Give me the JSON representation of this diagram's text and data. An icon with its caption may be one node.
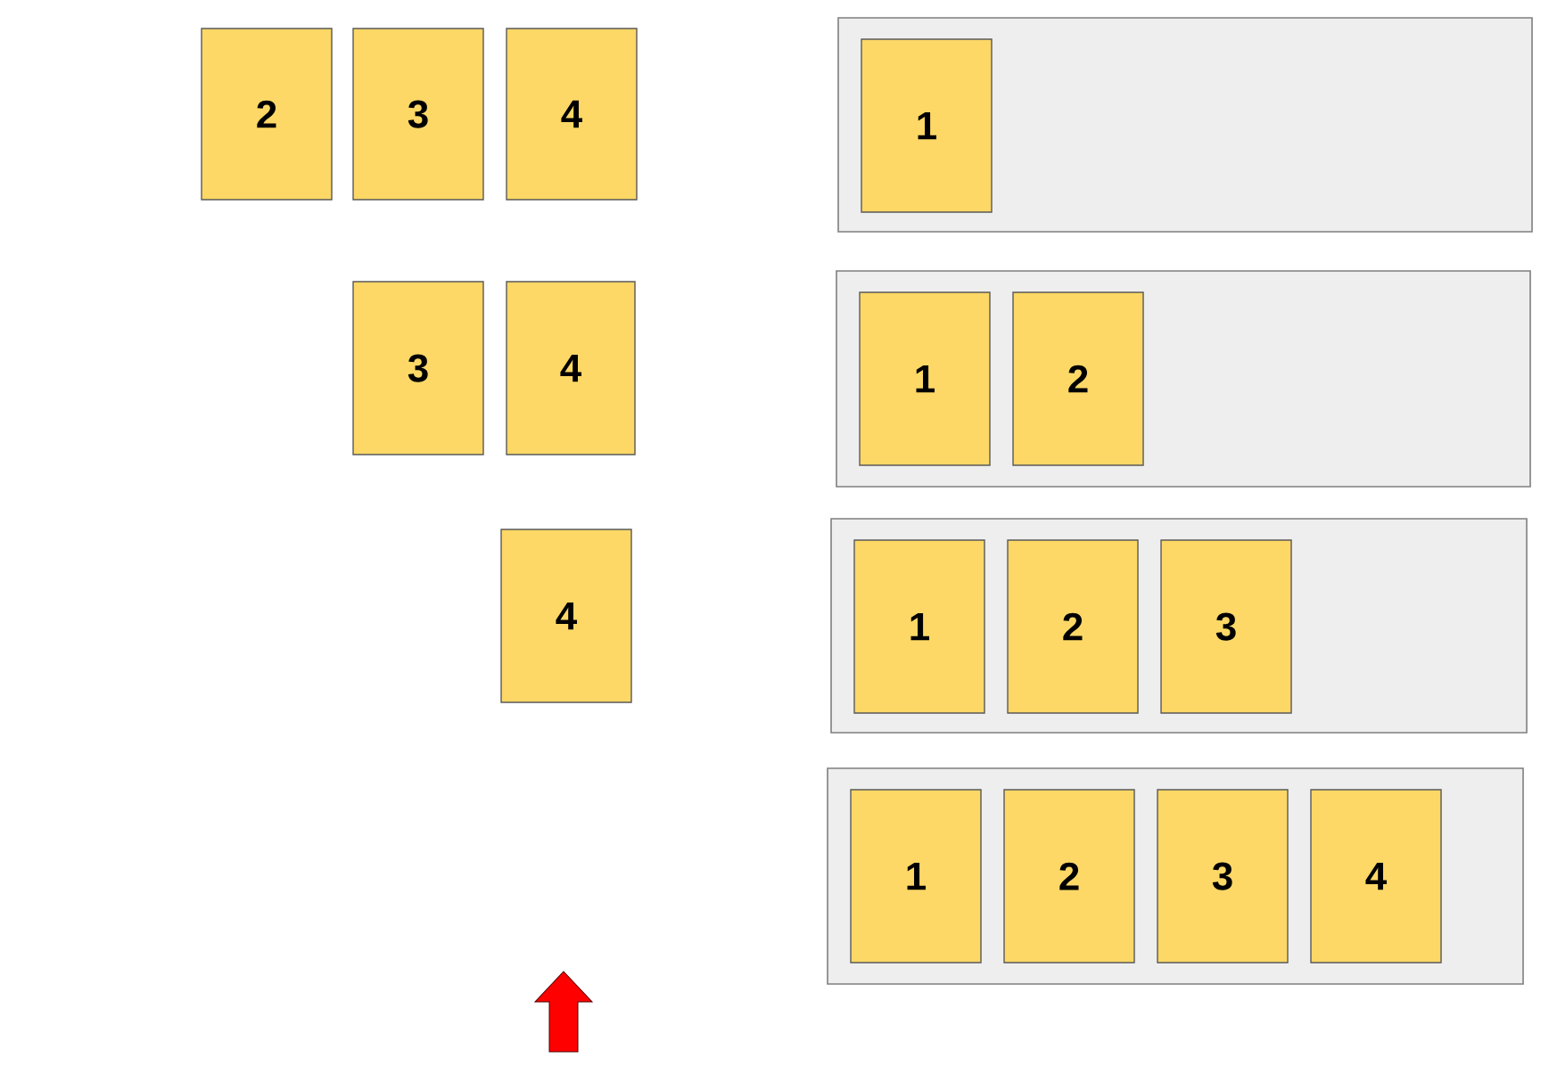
{
  "diagram": {
    "nodes": [
      {
        "text": [
          "2"
        ]
      },
      {
        "text": [
          "3"
        ]
      },
      {
        "text": [
          "4"
        ]
      },
      {
        "text": [],
        "shape": "box"
      },
      {
        "text": [
          "1"
        ],
        "in": 3
      },
      {
        "text": [
          "3"
        ]
      },
      {
        "text": [
          "4"
        ]
      },
      {
        "text": [],
        "shape": "box"
      },
      {
        "text": [
          "1"
        ],
        "in": 7
      },
      {
        "text": [
          "2"
        ],
        "in": 7
      },
      {
        "text": [
          "4"
        ]
      },
      {
        "text": [],
        "shape": "box"
      },
      {
        "text": [
          "1"
        ],
        "in": 11
      },
      {
        "text": [
          "2"
        ],
        "in": 11
      },
      {
        "text": [
          "3"
        ],
        "in": 11
      },
      {
        "text": [],
        "shape": "box"
      },
      {
        "text": [
          "1"
        ],
        "in": 15
      },
      {
        "text": [
          "2"
        ],
        "in": 15
      },
      {
        "text": [
          "3"
        ],
        "in": 15
      },
      {
        "text": [
          "4"
        ],
        "in": 15
      }
    ]
  }
}
